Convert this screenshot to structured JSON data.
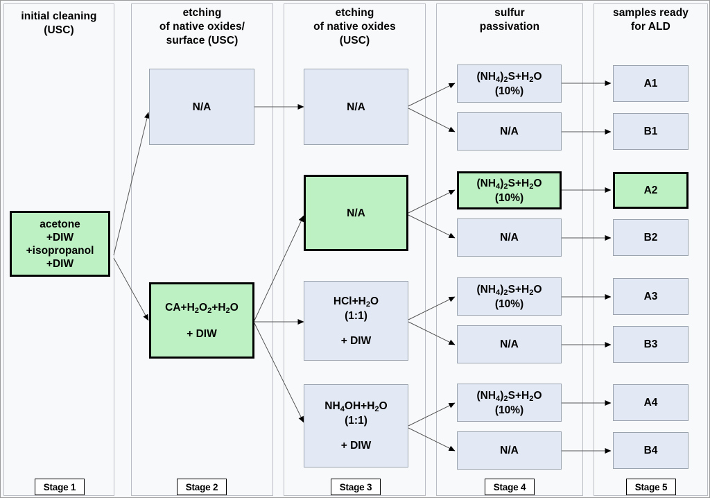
{
  "diagram": {
    "title_columns": [
      {
        "id": "stage1",
        "title_lines": [
          "initial cleaning",
          "(USC)"
        ],
        "tag": "Stage 1"
      },
      {
        "id": "stage2",
        "title_lines": [
          "etching",
          "of native oxides/",
          "surface (USC)"
        ],
        "tag": "Stage 2"
      },
      {
        "id": "stage3",
        "title_lines": [
          "etching",
          "of native oxides",
          "(USC)"
        ],
        "tag": "Stage 3"
      },
      {
        "id": "stage4",
        "title_lines": [
          "sulfur",
          "passivation"
        ],
        "tag": "Stage 4"
      },
      {
        "id": "stage5",
        "title_lines": [
          "samples ready",
          "for ALD"
        ],
        "tag": "Stage 5"
      }
    ],
    "colors": {
      "highlight_green": "#bdf0c2",
      "node_blue": "#e3e9f4",
      "panel_bg": "#f8f9fb",
      "border_grey": "#9aa2ad",
      "outline_black": "#000000"
    },
    "nodes": {
      "s1_acetone": {
        "lines": [
          "acetone",
          "+DIW",
          "+isopropanol",
          "+DIW"
        ],
        "style": "green"
      },
      "s2_na": {
        "lines": [
          "N/A"
        ],
        "style": "blue"
      },
      "s2_ca": {
        "lines": [
          "CA+H<sub>2</sub>O<sub>2</sub>+H<sub>2</sub>O",
          "",
          "+ DIW"
        ],
        "style": "green"
      },
      "s3_na_top": {
        "lines": [
          "N/A"
        ],
        "style": "blue"
      },
      "s3_na_green": {
        "lines": [
          "N/A"
        ],
        "style": "green"
      },
      "s3_hcl": {
        "lines": [
          "HCl+H<sub>2</sub>O",
          "(1:1)",
          "",
          "+ DIW"
        ],
        "style": "blue"
      },
      "s3_nh4oh": {
        "lines": [
          "NH<sub>4</sub>OH+H<sub>2</sub>O",
          "(1:1)",
          "",
          "+ DIW"
        ],
        "style": "blue"
      },
      "s4_a1": {
        "lines": [
          "(NH<sub>4</sub>)<sub>2</sub>S+H<sub>2</sub>O",
          "(10%)"
        ],
        "style": "blue"
      },
      "s4_b1": {
        "lines": [
          "N/A"
        ],
        "style": "blue"
      },
      "s4_a2": {
        "lines": [
          "(NH<sub>4</sub>)<sub>2</sub>S+H<sub>2</sub>O",
          "(10%)"
        ],
        "style": "green"
      },
      "s4_b2": {
        "lines": [
          "N/A"
        ],
        "style": "blue"
      },
      "s4_a3": {
        "lines": [
          "(NH<sub>4</sub>)<sub>2</sub>S+H<sub>2</sub>O",
          "(10%)"
        ],
        "style": "blue"
      },
      "s4_b3": {
        "lines": [
          "N/A"
        ],
        "style": "blue"
      },
      "s4_a4": {
        "lines": [
          "(NH<sub>4</sub>)<sub>2</sub>S+H<sub>2</sub>O",
          "(10%)"
        ],
        "style": "blue"
      },
      "s4_b4": {
        "lines": [
          "N/A"
        ],
        "style": "blue"
      },
      "s5_a1": {
        "lines": [
          "A1"
        ],
        "style": "blue"
      },
      "s5_b1": {
        "lines": [
          "B1"
        ],
        "style": "blue"
      },
      "s5_a2": {
        "lines": [
          "A2"
        ],
        "style": "green"
      },
      "s5_b2": {
        "lines": [
          "B2"
        ],
        "style": "blue"
      },
      "s5_a3": {
        "lines": [
          "A3"
        ],
        "style": "blue"
      },
      "s5_b3": {
        "lines": [
          "B3"
        ],
        "style": "blue"
      },
      "s5_a4": {
        "lines": [
          "A4"
        ],
        "style": "blue"
      },
      "s5_b4": {
        "lines": [
          "B4"
        ],
        "style": "blue"
      }
    },
    "flow_edges": [
      {
        "from": "s1_acetone",
        "to": "s2_na"
      },
      {
        "from": "s1_acetone",
        "to": "s2_ca"
      },
      {
        "from": "s2_na",
        "to": "s3_na_top"
      },
      {
        "from": "s2_ca",
        "to": "s3_na_green"
      },
      {
        "from": "s2_ca",
        "to": "s3_hcl"
      },
      {
        "from": "s2_ca",
        "to": "s3_nh4oh"
      },
      {
        "from": "s3_na_top",
        "to": "s4_a1"
      },
      {
        "from": "s3_na_top",
        "to": "s4_b1"
      },
      {
        "from": "s3_na_green",
        "to": "s4_a2"
      },
      {
        "from": "s3_na_green",
        "to": "s4_b2"
      },
      {
        "from": "s3_hcl",
        "to": "s4_a3"
      },
      {
        "from": "s3_hcl",
        "to": "s4_b3"
      },
      {
        "from": "s3_nh4oh",
        "to": "s4_a4"
      },
      {
        "from": "s3_nh4oh",
        "to": "s4_b4"
      },
      {
        "from": "s4_a1",
        "to": "s5_a1"
      },
      {
        "from": "s4_b1",
        "to": "s5_b1"
      },
      {
        "from": "s4_a2",
        "to": "s5_a2"
      },
      {
        "from": "s4_b2",
        "to": "s5_b2"
      },
      {
        "from": "s4_a3",
        "to": "s5_a3"
      },
      {
        "from": "s4_b3",
        "to": "s5_b3"
      },
      {
        "from": "s4_a4",
        "to": "s5_a4"
      },
      {
        "from": "s4_b4",
        "to": "s5_b4"
      }
    ]
  }
}
